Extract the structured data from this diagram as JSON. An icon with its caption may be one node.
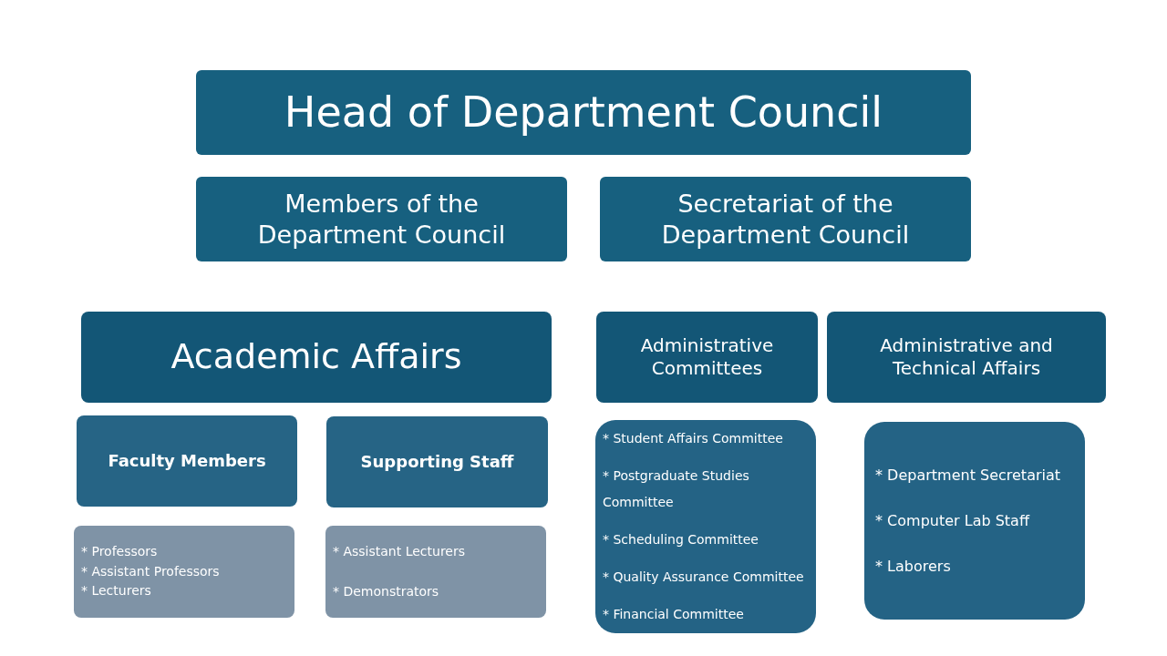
{
  "diagram": {
    "nodes": [
      {
        "text": [
          "Head of Department Council"
        ]
      },
      {
        "text": [
          "Members of the Department Council"
        ]
      },
      {
        "text": [
          "Secretariat of the Department Council"
        ]
      },
      {
        "text": [
          "Academic Affairs"
        ]
      },
      {
        "text": [
          "Administrative Committees"
        ]
      },
      {
        "text": [
          "Administrative and Technical Affairs"
        ]
      },
      {
        "text": [
          "Faculty Members"
        ]
      },
      {
        "text": [
          "Supporting Staff"
        ]
      },
      {
        "text": [
          "* Student Affairs Committee",
          "* Postgraduate Studies Committee",
          "* Scheduling Committee",
          "* Quality Assurance Committee",
          "* Financial Committee"
        ]
      },
      {
        "text": [
          "* Department Secretariat",
          "* Computer Lab Staff",
          "* Laborers"
        ]
      },
      {
        "text": [
          "* Professors",
          "* Assistant Professors",
          "* Lecturers"
        ]
      },
      {
        "text": [
          "* Assistant Lecturers",
          "* Demonstrators"
        ]
      }
    ]
  }
}
